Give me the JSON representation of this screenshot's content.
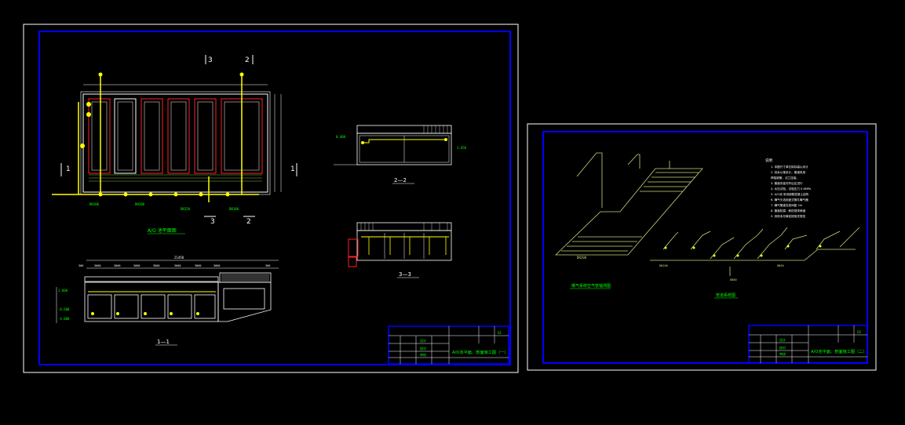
{
  "colors": {
    "background": "#000000",
    "sheet_border": "#ffffff",
    "frame": "#0000ff",
    "plan_outline": "#ffffff",
    "tank_red": "#ff2020",
    "pipe_yellow": "#ffff00",
    "green_text": "#00ff00",
    "dim_white": "#ffffff",
    "iso_lines": "#c8d87a"
  },
  "sheet1": {
    "section_marks_top": [
      "3",
      "2"
    ],
    "section_marks_bottom": [
      "3",
      "2"
    ],
    "section_marks_side": [
      "1",
      "1"
    ],
    "plan_title": "A/O 池平面图",
    "section_11_title": "1—1",
    "section_22_title": "2—2",
    "section_33_title": "3—3",
    "section_11_overall_dim": "21450",
    "section_11_dims": [
      "300",
      "3000",
      "3000",
      "3000",
      "3000",
      "3000",
      "3000",
      "3000",
      "300"
    ],
    "elevations": [
      "1.600",
      "-4.000",
      "-0.600",
      "0.400",
      "1.650"
    ],
    "title_block_drawing_title": "A/O池平面、剖面施工图（一）",
    "title_block_labels": [
      "设计",
      "校对",
      "审核"
    ],
    "title_block_no": "01",
    "plan_pipe_tags": [
      "DN100",
      "DN200",
      "DN150",
      "DN100"
    ]
  },
  "sheet2": {
    "iso_left_title": "曝气系统空气管轴测图",
    "iso_right_title": "管道系统图",
    "iso_left_tag": "DN200",
    "iso_right_tags": [
      "DN100",
      "DN80",
      "DN50"
    ],
    "notes_heading": "说明",
    "notes": [
      "1. 本图尺寸单位除标高以米计",
      "2. 其余以毫米计。管道采用",
      "   焊接钢管，法兰连接。",
      "3. 管道安装完毕后应进行",
      "4. 水压试验，试验压力 0.6MPa",
      "5. A/O池 采用钢筋混凝土结构",
      "6. 曝气头选用盘式微孔曝气器",
      "7. 曝气管道支架间距 2m",
      "8. 管道防腐：刷防锈漆两道",
      "9. 其他未尽事宜按相关规范"
    ],
    "title_block_drawing_title": "A/O池平面、剖面施工图（二）",
    "title_block_labels": [
      "设计",
      "校对",
      "审核"
    ],
    "title_block_no": "02"
  }
}
